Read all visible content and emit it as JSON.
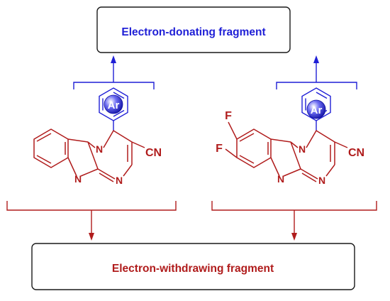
{
  "top_box": {
    "label": "Electron-donating fragment"
  },
  "bottom_box": {
    "label": "Electron-withdrawing fragment"
  },
  "left_molecule": {
    "ar_label": "Ar",
    "cn_label": "CN",
    "n_labels": [
      "N",
      "N",
      "N"
    ]
  },
  "right_molecule": {
    "ar_label": "Ar",
    "cn_label": "CN",
    "n_labels": [
      "N",
      "N",
      "N"
    ],
    "f_labels": [
      "F",
      "F"
    ]
  },
  "colors": {
    "donor": "#1f1fd6",
    "acceptor": "#b01c1c",
    "box_stroke": "#1a1a1a"
  }
}
